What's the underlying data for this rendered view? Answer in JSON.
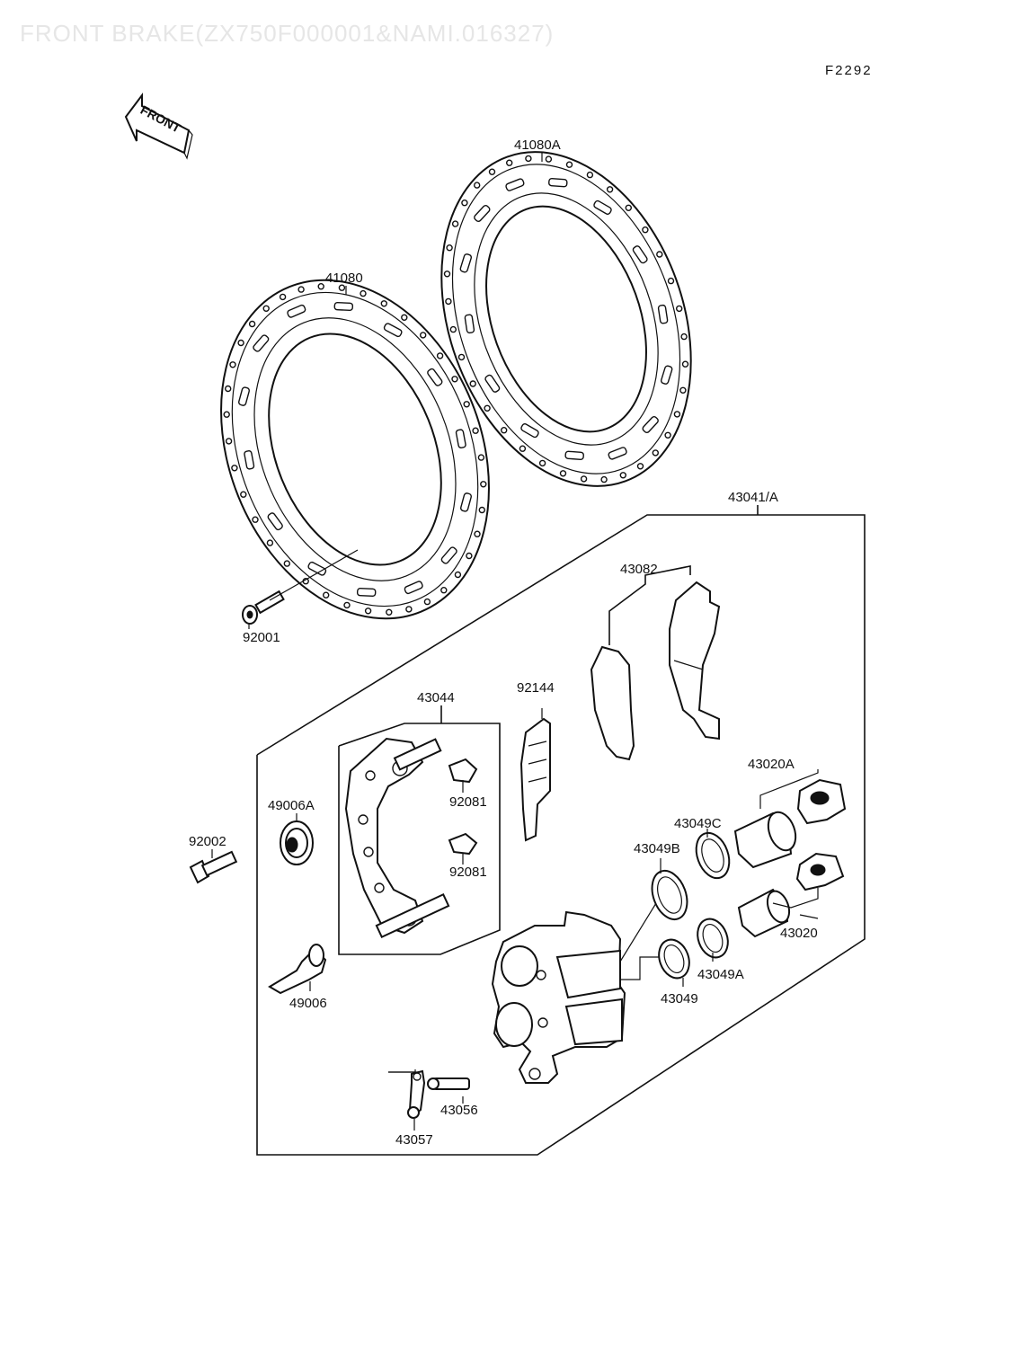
{
  "header": {
    "title": "FRONT BRAKE(ZX750F000001&NAMI.016327)",
    "figure_code": "F2292"
  },
  "direction_indicator": {
    "label": "FRONT"
  },
  "parts": {
    "p41080A": "41080A",
    "p41080": "41080",
    "p92001": "92001",
    "p43041A": "43041/A",
    "p43082": "43082",
    "p43044": "43044",
    "p92144": "92144",
    "p43020A": "43020A",
    "p92081a": "92081",
    "p92081b": "92081",
    "p49006A": "49006A",
    "p92002": "92002",
    "p43049C": "43049C",
    "p43049B": "43049B",
    "p43020": "43020",
    "p49006": "49006",
    "p43049A": "43049A",
    "p43049": "43049",
    "p43056": "43056",
    "p43057": "43057"
  }
}
